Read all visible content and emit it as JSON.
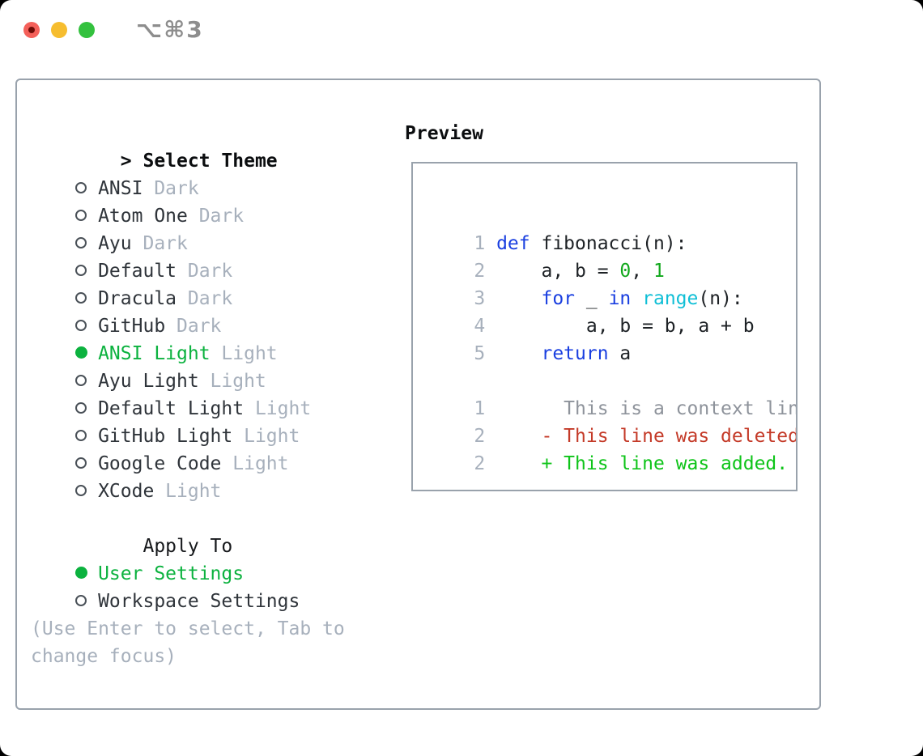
{
  "window": {
    "title": "⌥⌘3",
    "controls": [
      {
        "name": "close-button",
        "color": "#f4605a"
      },
      {
        "name": "minimize-button",
        "color": "#f6bd2f"
      },
      {
        "name": "zoom-button",
        "color": "#33c13e"
      }
    ]
  },
  "colors": {
    "accent_green": "#0cb23f",
    "keyword_blue": "#1a3fe0",
    "builtin_cyan": "#10bfd6",
    "number_green": "#11a81c",
    "deleted_red": "#c43a28",
    "added_green": "#0ec419",
    "muted_gray": "#a7b0bc",
    "border_gray": "#99a2ac"
  },
  "theme_panel": {
    "header_cursor": ">",
    "header": "Select Theme",
    "items": [
      {
        "label": "ANSI",
        "variant": "Dark",
        "selected": false
      },
      {
        "label": "Atom One",
        "variant": "Dark",
        "selected": false
      },
      {
        "label": "Ayu",
        "variant": "Dark",
        "selected": false
      },
      {
        "label": "Default",
        "variant": "Dark",
        "selected": false
      },
      {
        "label": "Dracula",
        "variant": "Dark",
        "selected": false
      },
      {
        "label": "GitHub",
        "variant": "Dark",
        "selected": false
      },
      {
        "label": "ANSI Light",
        "variant": "Light",
        "selected": true
      },
      {
        "label": "Ayu Light",
        "variant": "Light",
        "selected": false
      },
      {
        "label": "Default Light",
        "variant": "Light",
        "selected": false
      },
      {
        "label": "GitHub Light",
        "variant": "Light",
        "selected": false
      },
      {
        "label": "Google Code",
        "variant": "Light",
        "selected": false
      },
      {
        "label": "XCode",
        "variant": "Light",
        "selected": false
      }
    ],
    "apply_to": {
      "header": "Apply To",
      "options": [
        {
          "label": "User Settings",
          "selected": true
        },
        {
          "label": "Workspace Settings",
          "selected": false
        }
      ]
    },
    "hint_lines": [
      "(Use Enter to select, Tab to",
      "change focus)"
    ]
  },
  "preview_panel": {
    "header": "Preview",
    "code_lines": [
      {
        "num": "1",
        "segments": [
          {
            "text": "def",
            "color": "keyword"
          },
          {
            "text": " fibonacci(n):",
            "color": "text"
          }
        ]
      },
      {
        "num": "2",
        "segments": [
          {
            "text": "    a, b = ",
            "color": "text"
          },
          {
            "text": "0",
            "color": "number"
          },
          {
            "text": ", ",
            "color": "text"
          },
          {
            "text": "1",
            "color": "number"
          }
        ]
      },
      {
        "num": "3",
        "segments": [
          {
            "text": "    ",
            "color": "text"
          },
          {
            "text": "for",
            "color": "keyword"
          },
          {
            "text": " _ ",
            "color": "text"
          },
          {
            "text": "in",
            "color": "keyword"
          },
          {
            "text": " ",
            "color": "text"
          },
          {
            "text": "range",
            "color": "builtin"
          },
          {
            "text": "(n):",
            "color": "text"
          }
        ]
      },
      {
        "num": "4",
        "segments": [
          {
            "text": "        a, b = b, a + b",
            "color": "text"
          }
        ]
      },
      {
        "num": "5",
        "segments": [
          {
            "text": "    ",
            "color": "text"
          },
          {
            "text": "return",
            "color": "keyword"
          },
          {
            "text": " a",
            "color": "text"
          }
        ]
      },
      {
        "num": "",
        "segments": []
      },
      {
        "num": "1",
        "segments": [
          {
            "text": "      This is a context line.",
            "color": "context"
          }
        ]
      },
      {
        "num": "2",
        "segments": [
          {
            "text": "    - This line was deleted.",
            "color": "deleted"
          }
        ]
      },
      {
        "num": "2",
        "segments": [
          {
            "text": "    + This line was added.",
            "color": "added"
          }
        ]
      }
    ]
  }
}
